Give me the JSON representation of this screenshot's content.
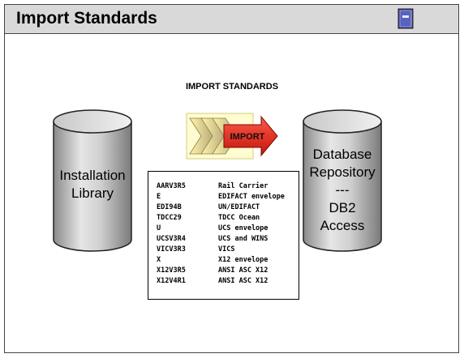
{
  "header": {
    "title": "Import Standards",
    "logo_icon": "edi-book-icon"
  },
  "diagram": {
    "heading": "IMPORT STANDARDS",
    "left_cylinder": {
      "lines": [
        "Installation",
        "Library"
      ]
    },
    "right_cylinder": {
      "lines": [
        "Database",
        "Repository",
        "---",
        "DB2",
        "Access"
      ]
    },
    "arrow": {
      "label": "IMPORT",
      "color": "#e0231b"
    },
    "standards": [
      {
        "code": "AARV3R5",
        "desc": "Rail Carrier"
      },
      {
        "code": "E",
        "desc": "EDIFACT envelope"
      },
      {
        "code": "EDI94B",
        "desc": "UN/EDIFACT"
      },
      {
        "code": "TDCC29",
        "desc": "TDCC Ocean"
      },
      {
        "code": "U",
        "desc": "UCS envelope"
      },
      {
        "code": "UCSV3R4",
        "desc": "UCS and WINS"
      },
      {
        "code": "VICV3R3",
        "desc": "VICS"
      },
      {
        "code": "X",
        "desc": "X12 envelope"
      },
      {
        "code": "X12V3R5",
        "desc": "ANSI ASC X12"
      },
      {
        "code": "X12V4R1",
        "desc": "ANSI ASC X12"
      }
    ]
  }
}
